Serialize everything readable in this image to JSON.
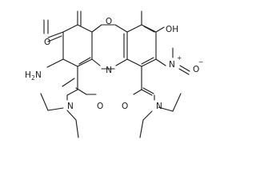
{
  "molecule": {
    "atom_labels": {
      "o_ring": "O",
      "n_ring": "N",
      "oh": "OH",
      "nh2": "H",
      "nh2_sub": "2",
      "nh2_n": "N",
      "n_nitro": "N",
      "o_nitro_top": "O",
      "o_ketone": "O",
      "n_amide_left": "N",
      "o_amide_left": "O",
      "n_amide_right": "N",
      "o_amide_right": "O"
    },
    "charges": {
      "nitro_n": "+",
      "nitro_o": "−"
    }
  }
}
